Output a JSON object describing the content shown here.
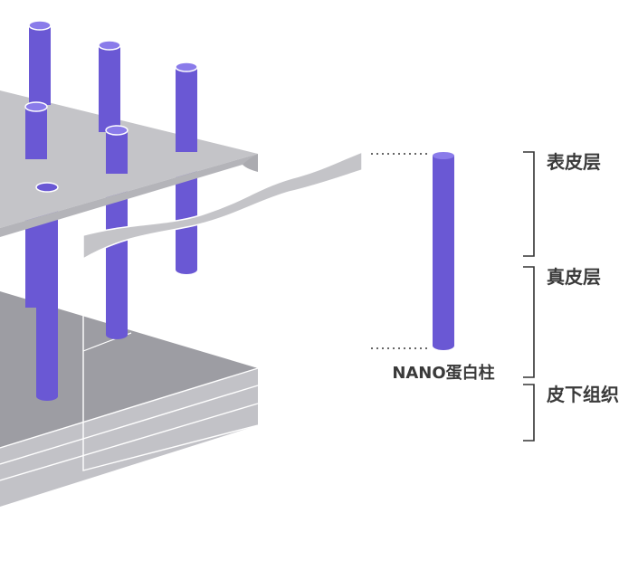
{
  "diagram": {
    "pillar_label": "NANO蛋白柱",
    "layers": [
      {
        "label": "表皮层"
      },
      {
        "label": "真皮层"
      },
      {
        "label": "皮下组织"
      }
    ]
  },
  "colors": {
    "pillar": "#6a58d4",
    "pillar_top": "#8a7bea",
    "top_plate": "#c4c4c8",
    "slab_top": "#9e9ea4",
    "slab_front": "#c0c0c5",
    "guide": "#333333"
  }
}
